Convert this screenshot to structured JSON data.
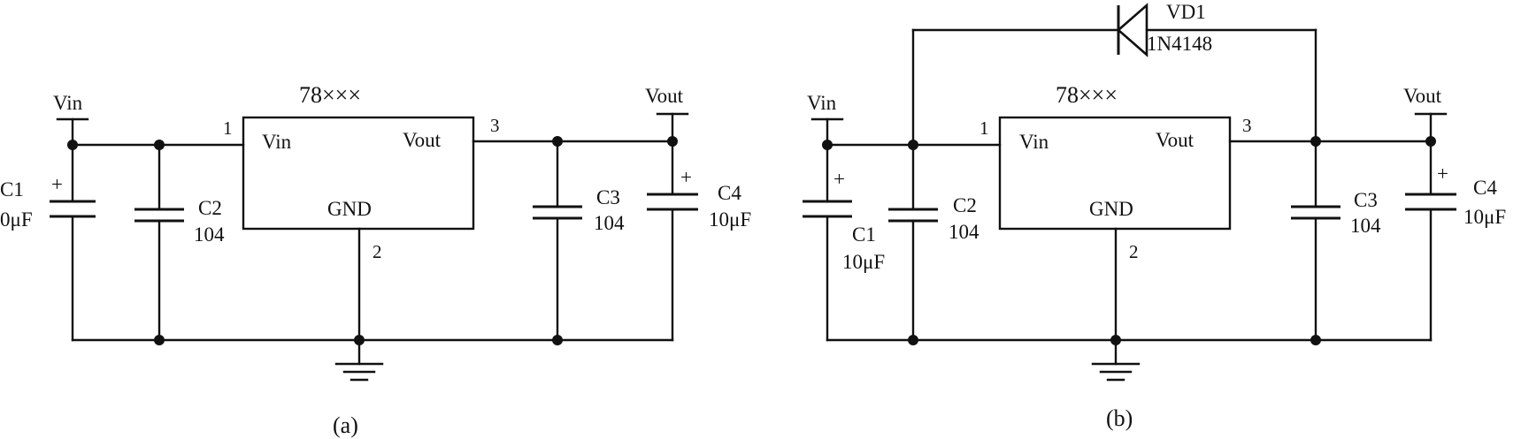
{
  "circuit_a": {
    "caption": "(a)",
    "regulator": {
      "part": "78×××",
      "pin_in": "Vin",
      "pin_out": "Vout",
      "pin_gnd": "GND",
      "pin1": "1",
      "pin2": "2",
      "pin3": "3"
    },
    "vin_label": "Vin",
    "vout_label": "Vout",
    "c1": {
      "name": "C1",
      "value": "0μF",
      "polarity": "+"
    },
    "c2": {
      "name": "C2",
      "value": "104"
    },
    "c3": {
      "name": "C3",
      "value": "104"
    },
    "c4": {
      "name": "C4",
      "value": "10μF",
      "polarity": "+"
    }
  },
  "circuit_b": {
    "caption": "(b)",
    "regulator": {
      "part": "78×××",
      "pin_in": "Vin",
      "pin_out": "Vout",
      "pin_gnd": "GND",
      "pin1": "1",
      "pin2": "2",
      "pin3": "3"
    },
    "vin_label": "Vin",
    "vout_label": "Vout",
    "c1": {
      "name": "C1",
      "value": "10μF",
      "polarity": "+"
    },
    "c2": {
      "name": "C2",
      "value": "104"
    },
    "c3": {
      "name": "C3",
      "value": "104"
    },
    "c4": {
      "name": "C4",
      "value": "10μF",
      "polarity": "+"
    },
    "diode": {
      "name": "VD1",
      "part": "1N4148"
    }
  }
}
